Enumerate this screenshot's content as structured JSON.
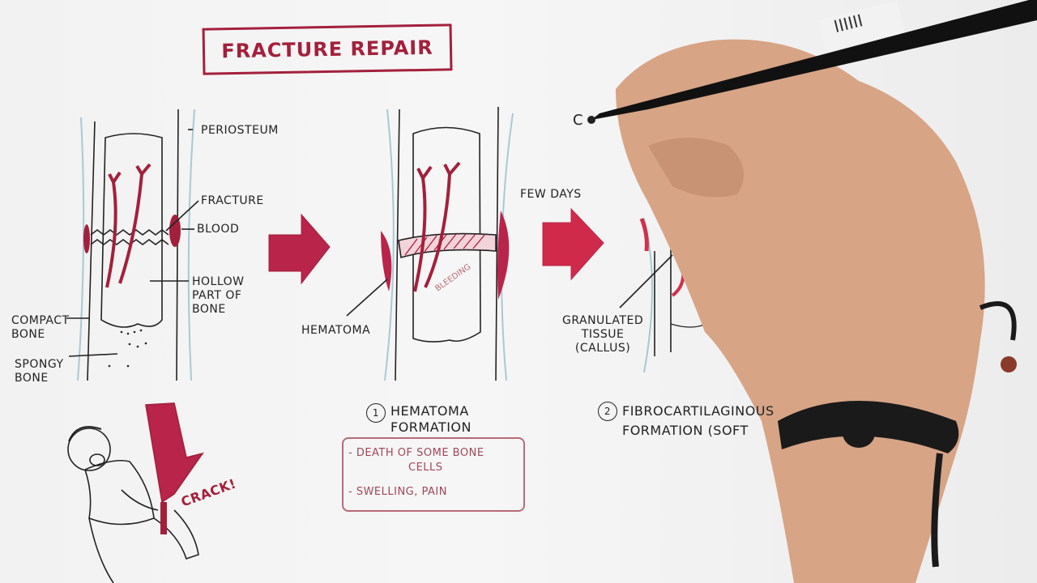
{
  "title": "FRACTURE REPAIR",
  "stage0": {
    "labels": {
      "periosteum": "PERIOSTEUM",
      "fracture": "FRACTURE",
      "blood": "BLOOD",
      "hollow": "HOLLOW\nPART OF\nBONE",
      "compact": "COMPACT\nBONE",
      "spongy": "SPONGY\nBONE"
    },
    "injury_text": "CRACK!"
  },
  "stage1": {
    "labels": {
      "hematoma": "HEMATOMA",
      "bleeding": "BLEEDING"
    },
    "step_number": "1",
    "step_title": "HEMATOMA\nFORMATION",
    "notes": [
      "- DEATH OF SOME BONE",
      "CELLS",
      "- SWELLING, PAIN"
    ]
  },
  "transition": {
    "label": "FEW DAYS"
  },
  "stage2": {
    "labels": {
      "granulated": "GRANULATED\nTISSUE\n(CALLUS)",
      "partial_letter": "C"
    },
    "step_number": "2",
    "step_title": "FIBROCARTILAGINOUS\nFORMATION (SOFT"
  },
  "colors": {
    "accent_red": "#a3203c",
    "ink": "#222222",
    "periosteum_blue": "#a9c9d3",
    "skin": "#d9a98c",
    "marker_body": "#111111"
  }
}
